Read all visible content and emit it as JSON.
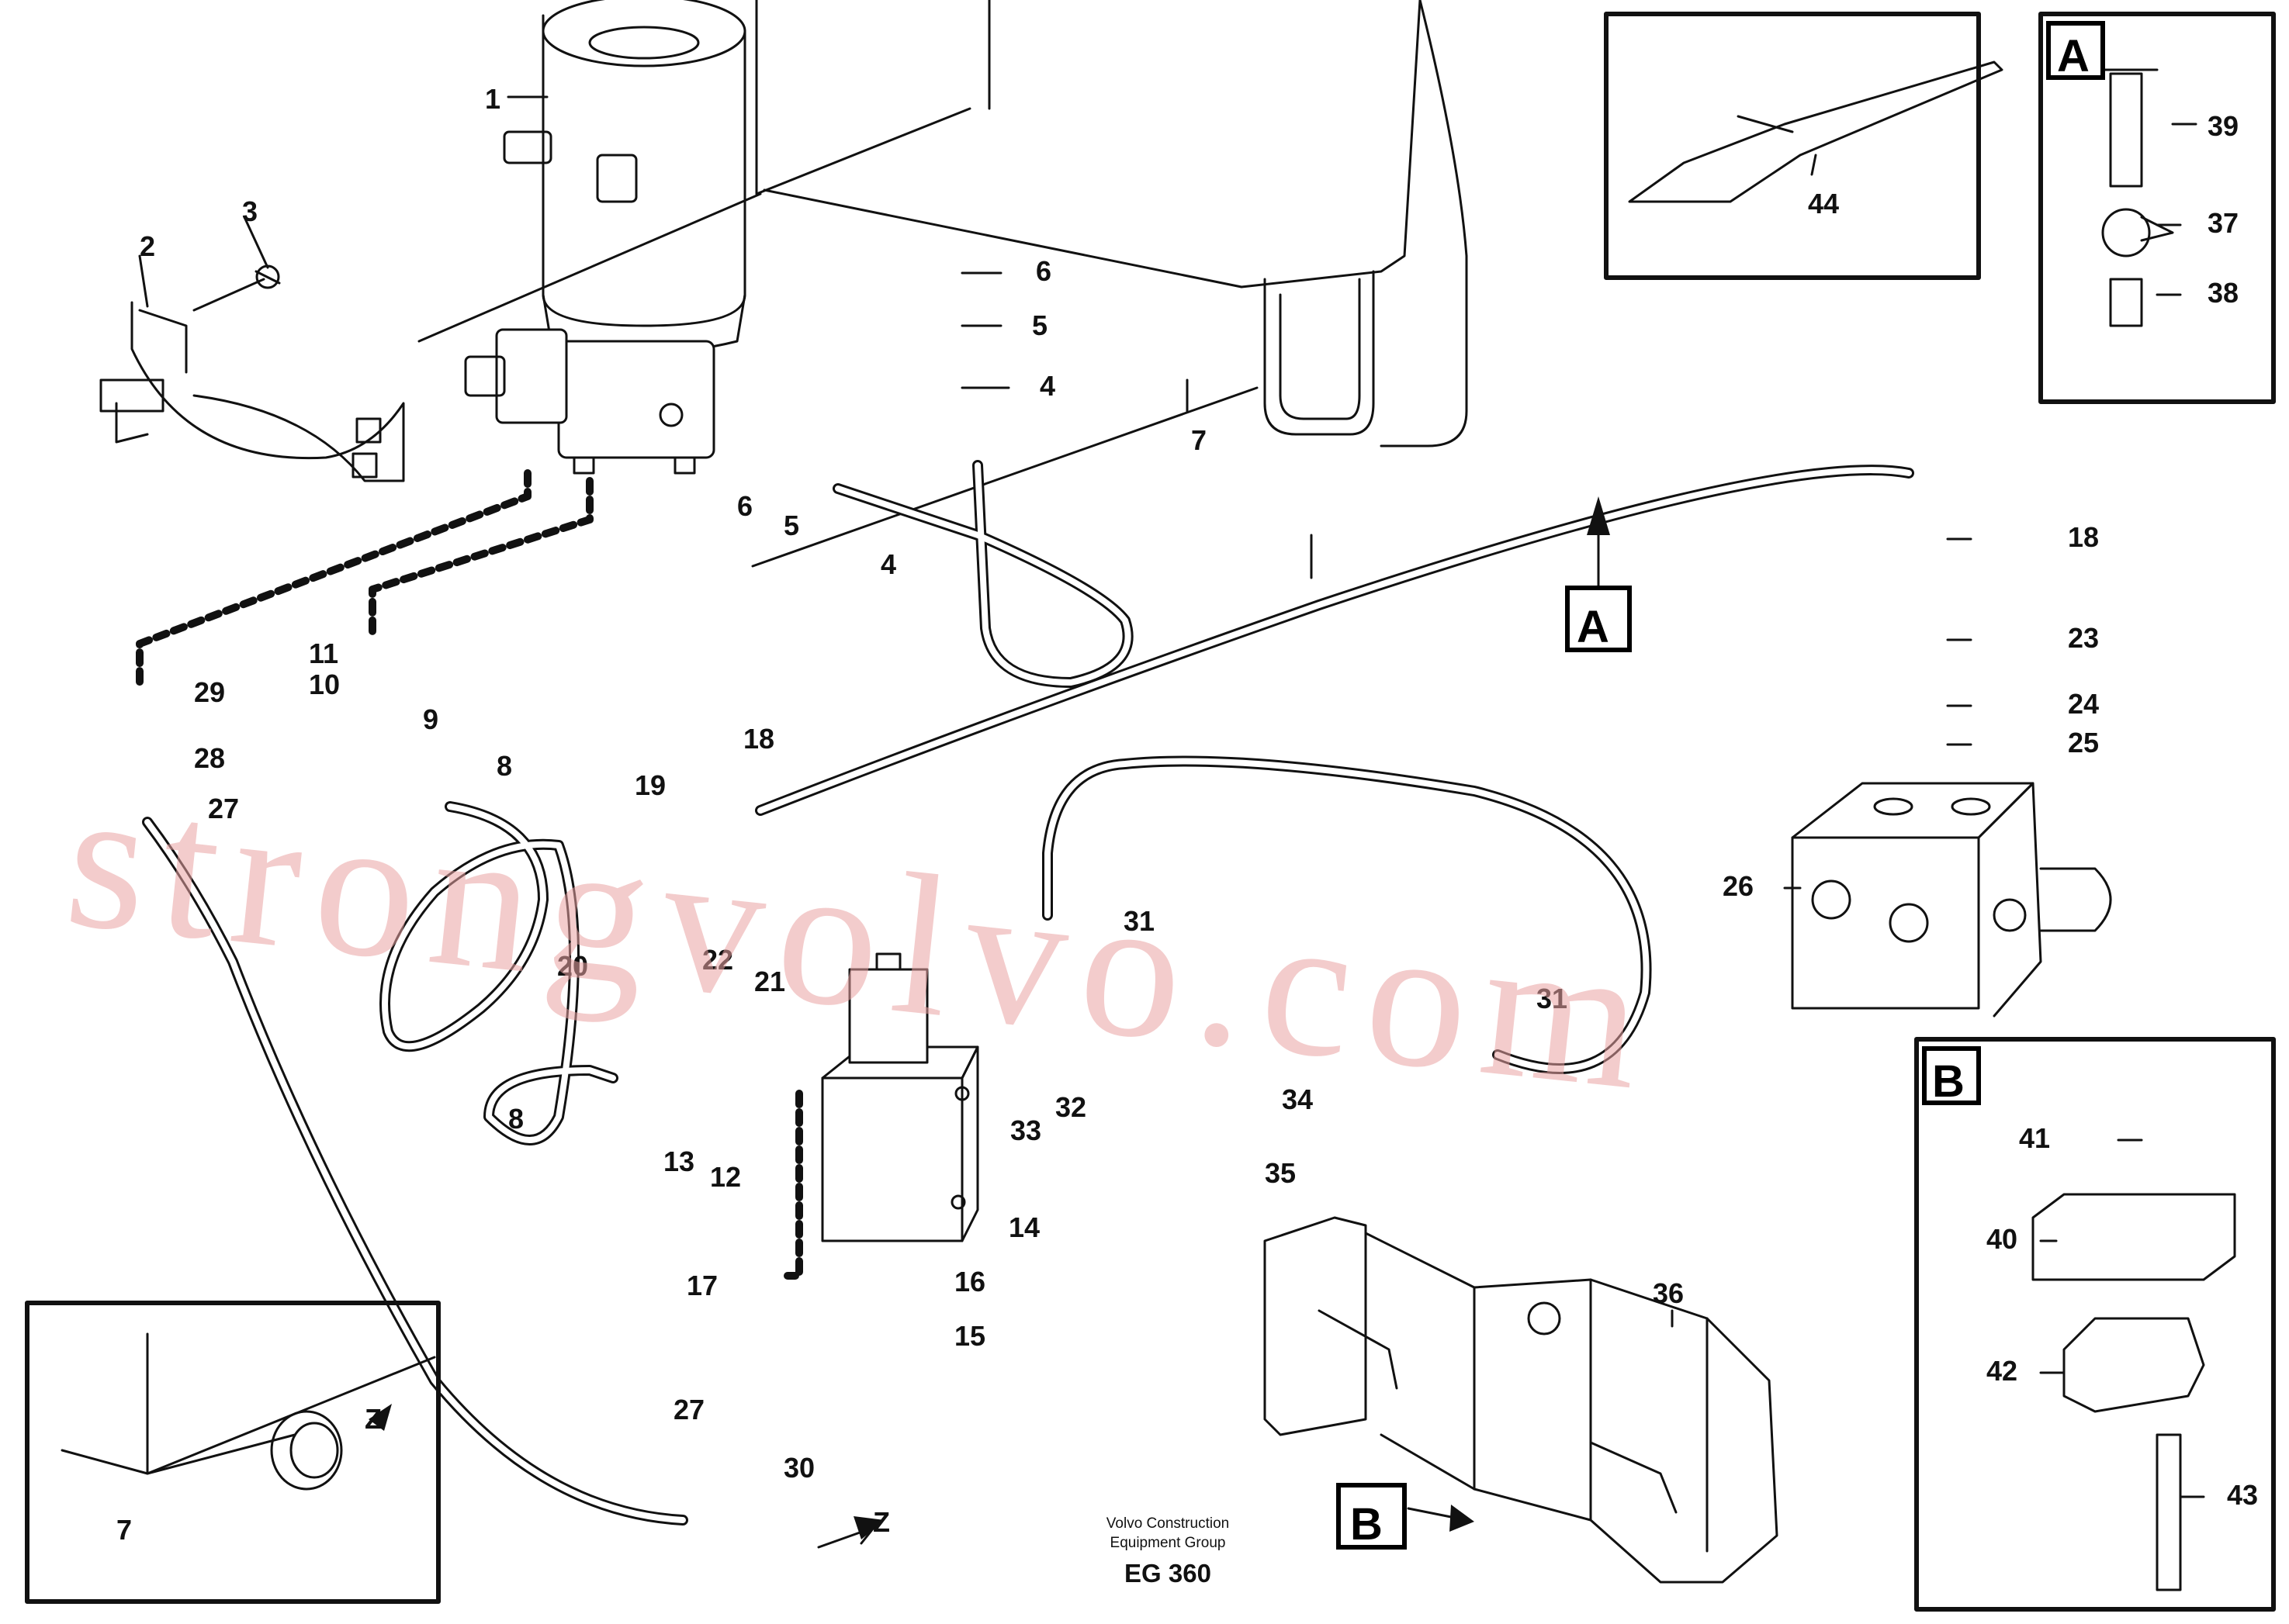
{
  "diagram": {
    "callouts": [
      "1",
      "2",
      "3",
      "4",
      "5",
      "6",
      "7",
      "8",
      "9",
      "10",
      "11",
      "12",
      "13",
      "14",
      "15",
      "16",
      "17",
      "18",
      "19",
      "20",
      "21",
      "22",
      "23",
      "24",
      "25",
      "26",
      "27",
      "28",
      "29",
      "30",
      "31",
      "32",
      "33",
      "34",
      "35",
      "36",
      "37",
      "38",
      "39",
      "40",
      "41",
      "42",
      "43",
      "44"
    ],
    "zone_labels": [
      "A",
      "B",
      "Z"
    ],
    "credit_line1": "Volvo Construction",
    "credit_line2": "Equipment Group",
    "drawing_code": "EG 360",
    "watermark": "strongvolvo.com"
  }
}
